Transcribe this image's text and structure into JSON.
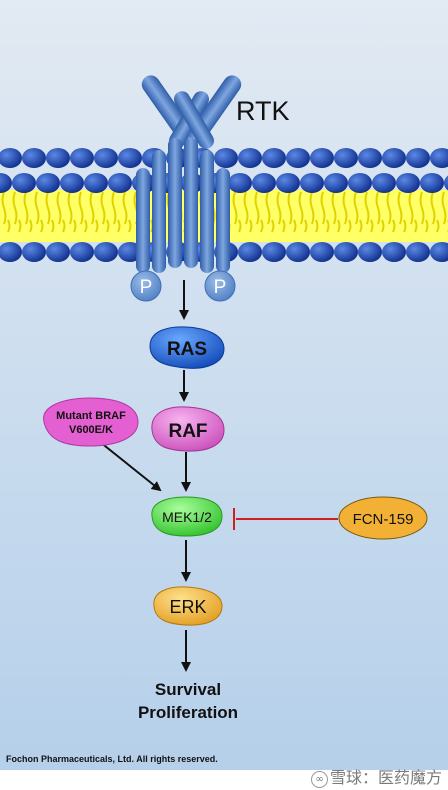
{
  "labels": {
    "rtk": "RTK",
    "phospho_left": "P",
    "phospho_right": "P",
    "ras": "RAS",
    "raf": "RAF",
    "mutant_braf_line1": "Mutant BRAF",
    "mutant_braf_line2": "V600E/K",
    "mek": "MEK1/2",
    "inhibitor": "FCN-159",
    "erk": "ERK",
    "outcome_line1": "Survival",
    "outcome_line2": "Proliferation"
  },
  "footer": {
    "copyright": "Fochon Pharmaceuticals, Ltd. All rights reserved.",
    "watermark": "雪球：医药魔方"
  },
  "colors": {
    "background_top": "#e2eaf3",
    "background_bottom": "#b4cfea",
    "lipid_head": "#1d47b8",
    "lipid_tail": "#ffff66",
    "receptor": "#4a78c4",
    "phospho": "#6f9bd2",
    "ras": "#1f66d6",
    "raf": "#e36ad6",
    "mutant_braf": "#e45fd2",
    "mek": "#44e03e",
    "inhibitor": "#f2b135",
    "erk": "#f2b135",
    "inhibition_line": "#d01f1f"
  }
}
